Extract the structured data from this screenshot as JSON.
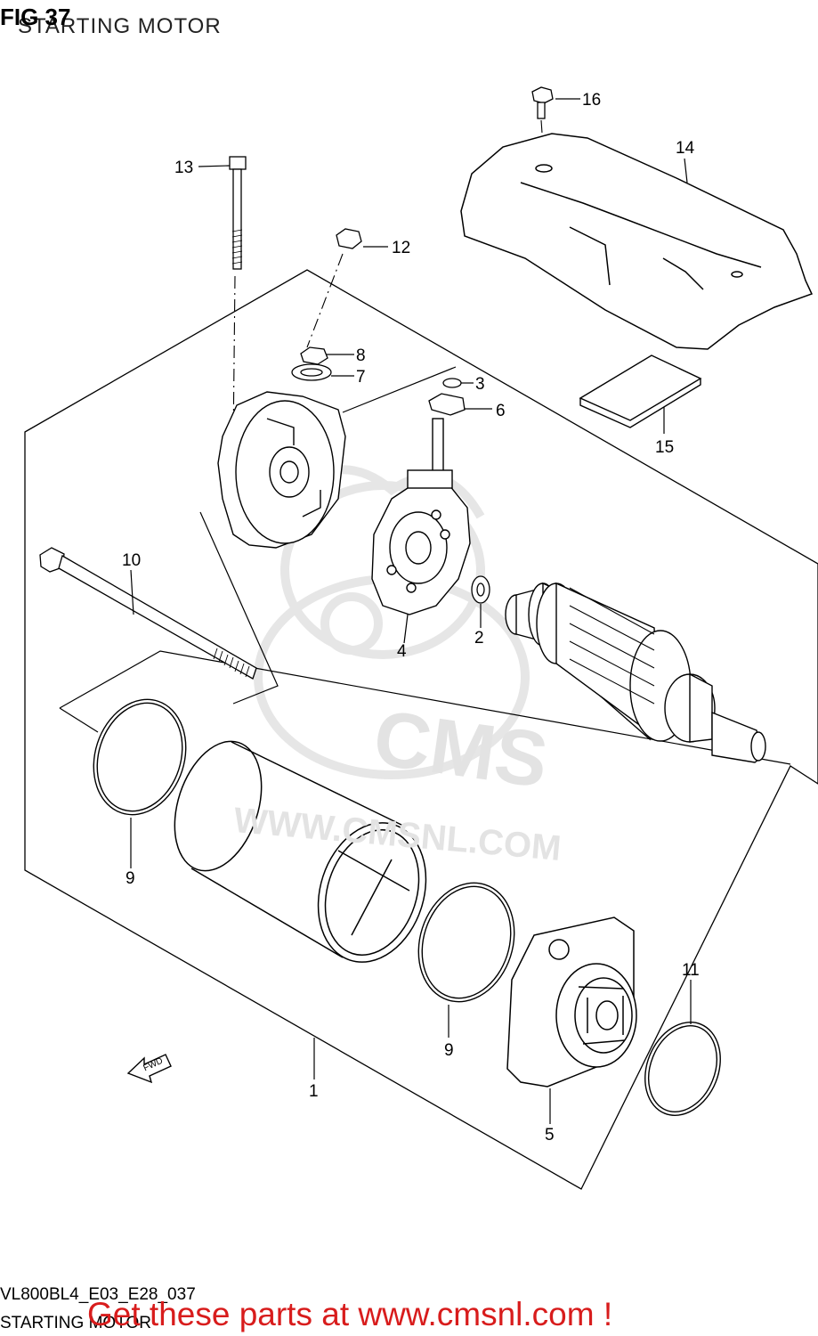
{
  "header": {
    "figure_number": "FIG 37",
    "figure_title": "STARTING MOTOR"
  },
  "watermark": {
    "brand": "CMS",
    "url": "WWW.CMSNL.COM"
  },
  "fwd_label": "FWD",
  "callouts": [
    {
      "id": "1",
      "label": "1"
    },
    {
      "id": "2",
      "label": "2"
    },
    {
      "id": "3",
      "label": "3"
    },
    {
      "id": "4",
      "label": "4"
    },
    {
      "id": "5",
      "label": "5"
    },
    {
      "id": "6",
      "label": "6"
    },
    {
      "id": "7",
      "label": "7"
    },
    {
      "id": "8",
      "label": "8"
    },
    {
      "id": "9a",
      "label": "9"
    },
    {
      "id": "9b",
      "label": "9"
    },
    {
      "id": "10",
      "label": "10"
    },
    {
      "id": "11",
      "label": "11"
    },
    {
      "id": "12",
      "label": "12"
    },
    {
      "id": "13",
      "label": "13"
    },
    {
      "id": "14",
      "label": "14"
    },
    {
      "id": "15",
      "label": "15"
    },
    {
      "id": "16",
      "label": "16"
    }
  ],
  "footer": {
    "model_code": "VL800BL4_E03_E28_037",
    "section_name": "STARTING MOTOR",
    "promo_text": "Get these parts at www.cmsnl.com !"
  },
  "colors": {
    "promo": "#d81c1c",
    "line": "#000000",
    "watermark": "#e3e3e3"
  }
}
